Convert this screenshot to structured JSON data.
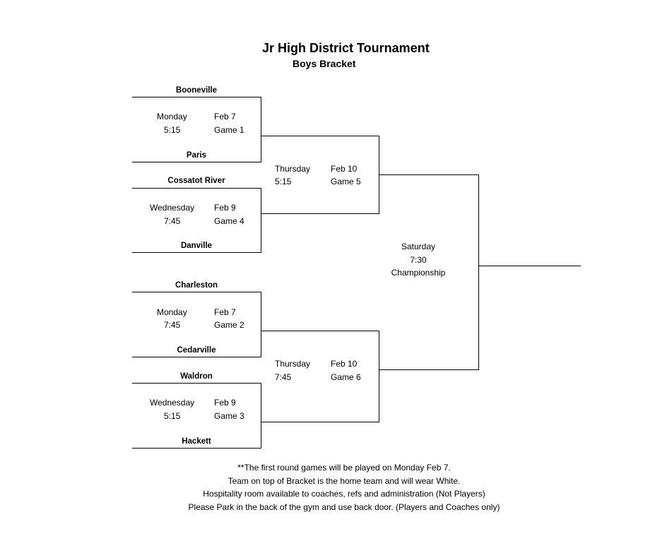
{
  "title": "Jr High District Tournament",
  "subtitle": "Boys Bracket",
  "first_round": [
    {
      "top_team": "Booneville",
      "bottom_team": "Paris",
      "day": "Monday",
      "time": "5:15",
      "date": "Feb 7",
      "game": "Game 1"
    },
    {
      "top_team": "Cossatot River",
      "bottom_team": "Danville",
      "day": "Wednesday",
      "time": "7:45",
      "date": "Feb 9",
      "game": "Game 4"
    },
    {
      "top_team": "Charleston",
      "bottom_team": "Cedarville",
      "day": "Monday",
      "time": "7:45",
      "date": "Feb 7",
      "game": "Game 2"
    },
    {
      "top_team": "Waldron",
      "bottom_team": "Hackett",
      "day": "Wednesday",
      "time": "5:15",
      "date": "Feb 9",
      "game": "Game 3"
    }
  ],
  "semifinals": [
    {
      "day": "Thursday",
      "time": "5:15",
      "date": "Feb 10",
      "game": "Game 5"
    },
    {
      "day": "Thursday",
      "time": "7:45",
      "date": "Feb 10",
      "game": "Game 6"
    }
  ],
  "championship": {
    "day": "Saturday",
    "time": "7:30",
    "label": "Championship"
  },
  "notes": [
    "**The first round games will be played on Monday Feb 7.",
    "Team on top of Bracket is the home team and will wear White.",
    "Hospitality room available to coaches, refs and administration (Not Players)",
    "Please Park in the back of the gym and use back door. (Players and Coaches only)"
  ]
}
